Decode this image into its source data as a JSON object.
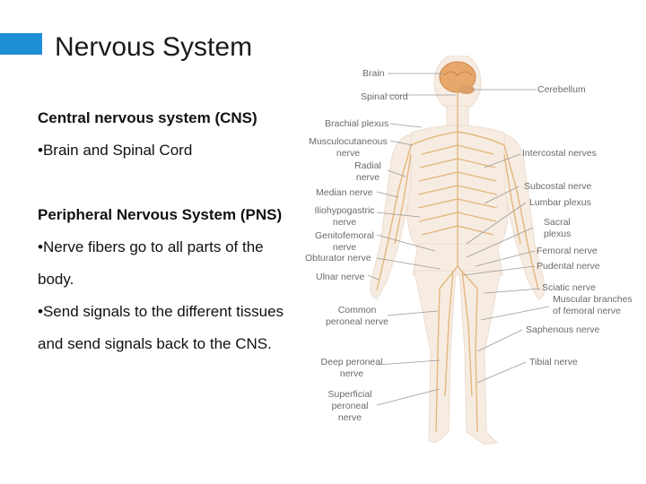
{
  "slide": {
    "title": "Nervous System",
    "lines": [
      "Central nervous system (CNS)",
      "•Brain and Spinal Cord",
      "Peripheral Nervous System (PNS)",
      "•Nerve fibers go to all parts of the",
      "body.",
      "•Send signals to the different tissues",
      "and send signals back to the CNS."
    ],
    "accent_color": "#1f8fd6"
  },
  "diagram": {
    "labels": {
      "brain": "Brain",
      "spinal_cord": "Spinal cord",
      "brachial_plexus": "Brachial plexus",
      "musculocutaneous_1": "Musculocutaneous",
      "musculocutaneous_2": "nerve",
      "radial_1": "Radial",
      "radial_2": "nerve",
      "median": "Median nerve",
      "iliohypogastric_1": "Iliohypogastric",
      "iliohypogastric_2": "nerve",
      "genitofemoral_1": "Genitofemoral",
      "genitofemoral_2": "nerve",
      "obturator": "Obturator nerve",
      "ulnar": "Ulnar nerve",
      "common_peroneal_1": "Common",
      "common_peroneal_2": "peroneal nerve",
      "deep_peroneal_1": "Deep peroneal",
      "deep_peroneal_2": "nerve",
      "superficial_peroneal_1": "Superficial",
      "superficial_peroneal_2": "peroneal",
      "superficial_peroneal_3": "nerve",
      "cerebellum": "Cerebellum",
      "intercostal": "Intercostal nerves",
      "subcostal": "Subcostal nerve",
      "lumbar_plexus": "Lumbar plexus",
      "sacral_plexus_1": "Sacral",
      "sacral_plexus_2": "plexus",
      "femoral": "Femoral nerve",
      "pudental": "Pudental nerve",
      "sciatic": "Sciatic nerve",
      "muscular_branches_1": "Muscular branches",
      "muscular_branches_2": "of femoral nerve",
      "saphenous": "Saphenous nerve",
      "tibial": "Tibial nerve"
    }
  }
}
